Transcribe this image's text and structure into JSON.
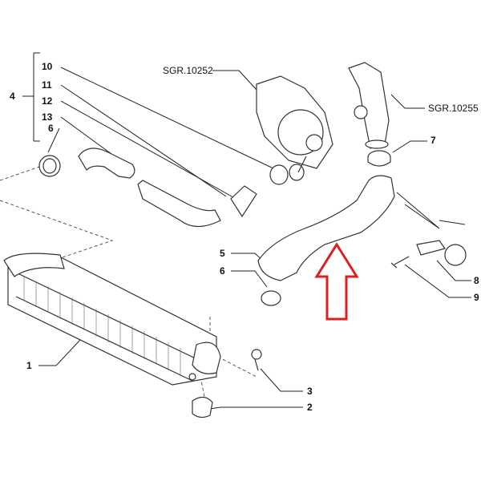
{
  "diagram": {
    "part_labels": {
      "p10": "10",
      "p11": "11",
      "p12": "12",
      "p13": "13",
      "p6a": "6",
      "p4": "4",
      "p7": "7",
      "p5": "5",
      "p6b": "6",
      "p8": "8",
      "p9": "9",
      "p1": "1",
      "p3": "3",
      "p2": "2"
    },
    "references": {
      "turbo": "SGR.10252",
      "manifold": "SGR.10255"
    },
    "arrow_color": "#d9221f"
  }
}
